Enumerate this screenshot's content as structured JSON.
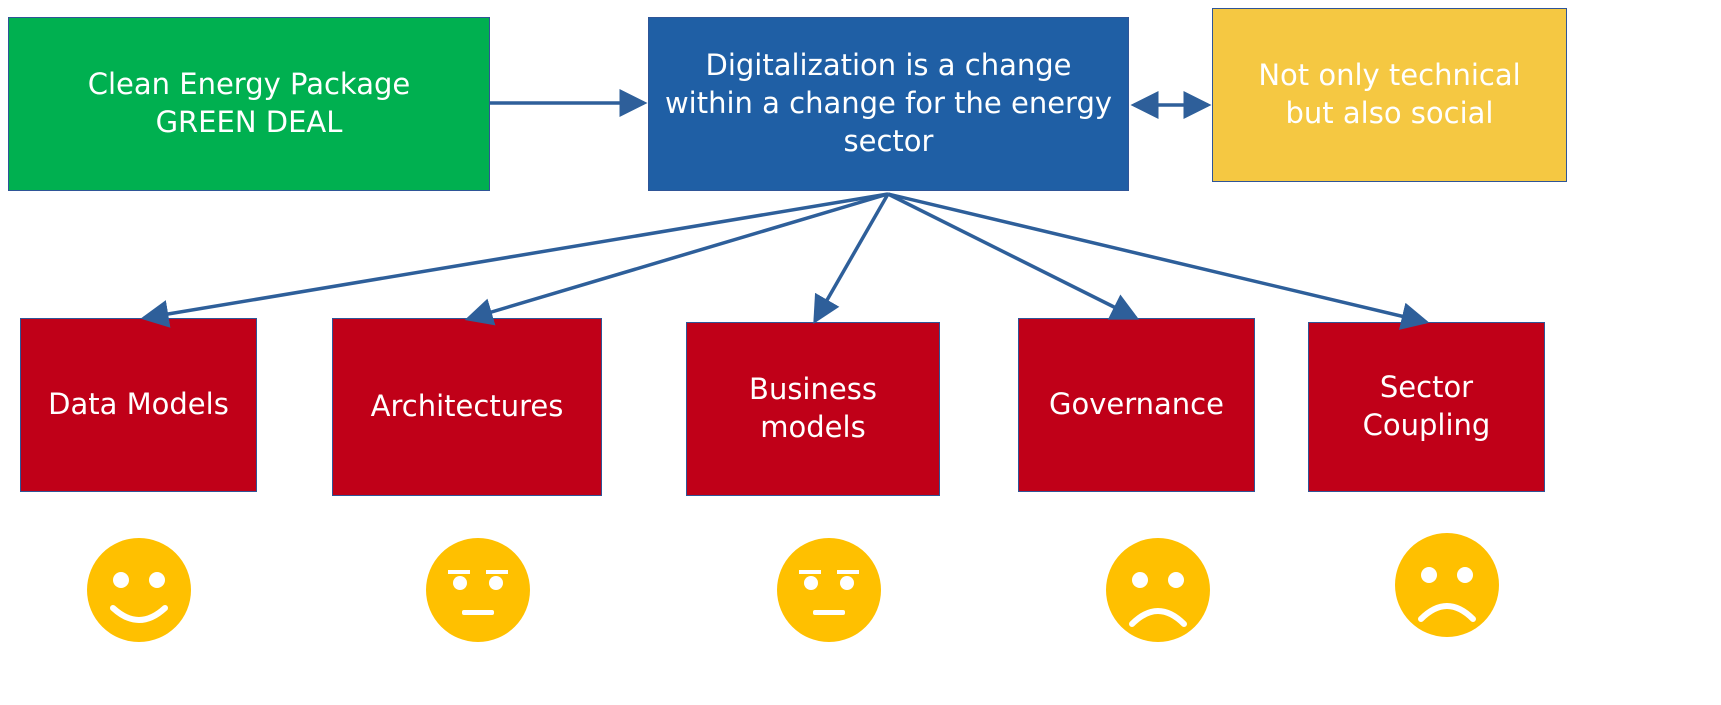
{
  "top": {
    "green": "Clean Energy Package\nGREEN DEAL",
    "center": "Digitalization is a change\nwithin a change for the energy\nsector",
    "yellow": "Not only technical\nbut also social"
  },
  "categories": [
    {
      "label": "Data Models",
      "face": "smile"
    },
    {
      "label": "Architectures",
      "face": "neutral"
    },
    {
      "label": "Business\nmodels",
      "face": "neutral"
    },
    {
      "label": "Governance",
      "face": "frown"
    },
    {
      "label": "Sector\nCoupling",
      "face": "frown"
    }
  ],
  "colors": {
    "green": "#00b050",
    "blue": "#1f5fa5",
    "yellow": "#f5c842",
    "red": "#c00018",
    "arrow": "#2e5f9a",
    "emoji": "#ffc000"
  }
}
